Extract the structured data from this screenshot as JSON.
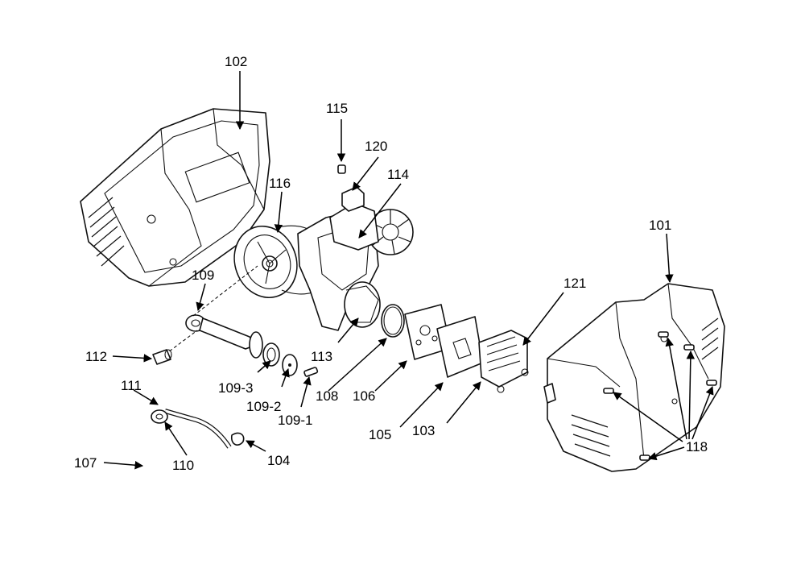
{
  "callouts": {
    "c101": "101",
    "c102": "102",
    "c103": "103",
    "c104": "104",
    "c105": "105",
    "c106": "106",
    "c107": "107",
    "c108": "108",
    "c109": "109",
    "c109_1": "109-1",
    "c109_2": "109-2",
    "c109_3": "109-3",
    "c110": "110",
    "c111": "111",
    "c112": "112",
    "c113": "113",
    "c114": "114",
    "c115": "115",
    "c116": "116",
    "c118": "118",
    "c120": "120",
    "c121": "121"
  }
}
